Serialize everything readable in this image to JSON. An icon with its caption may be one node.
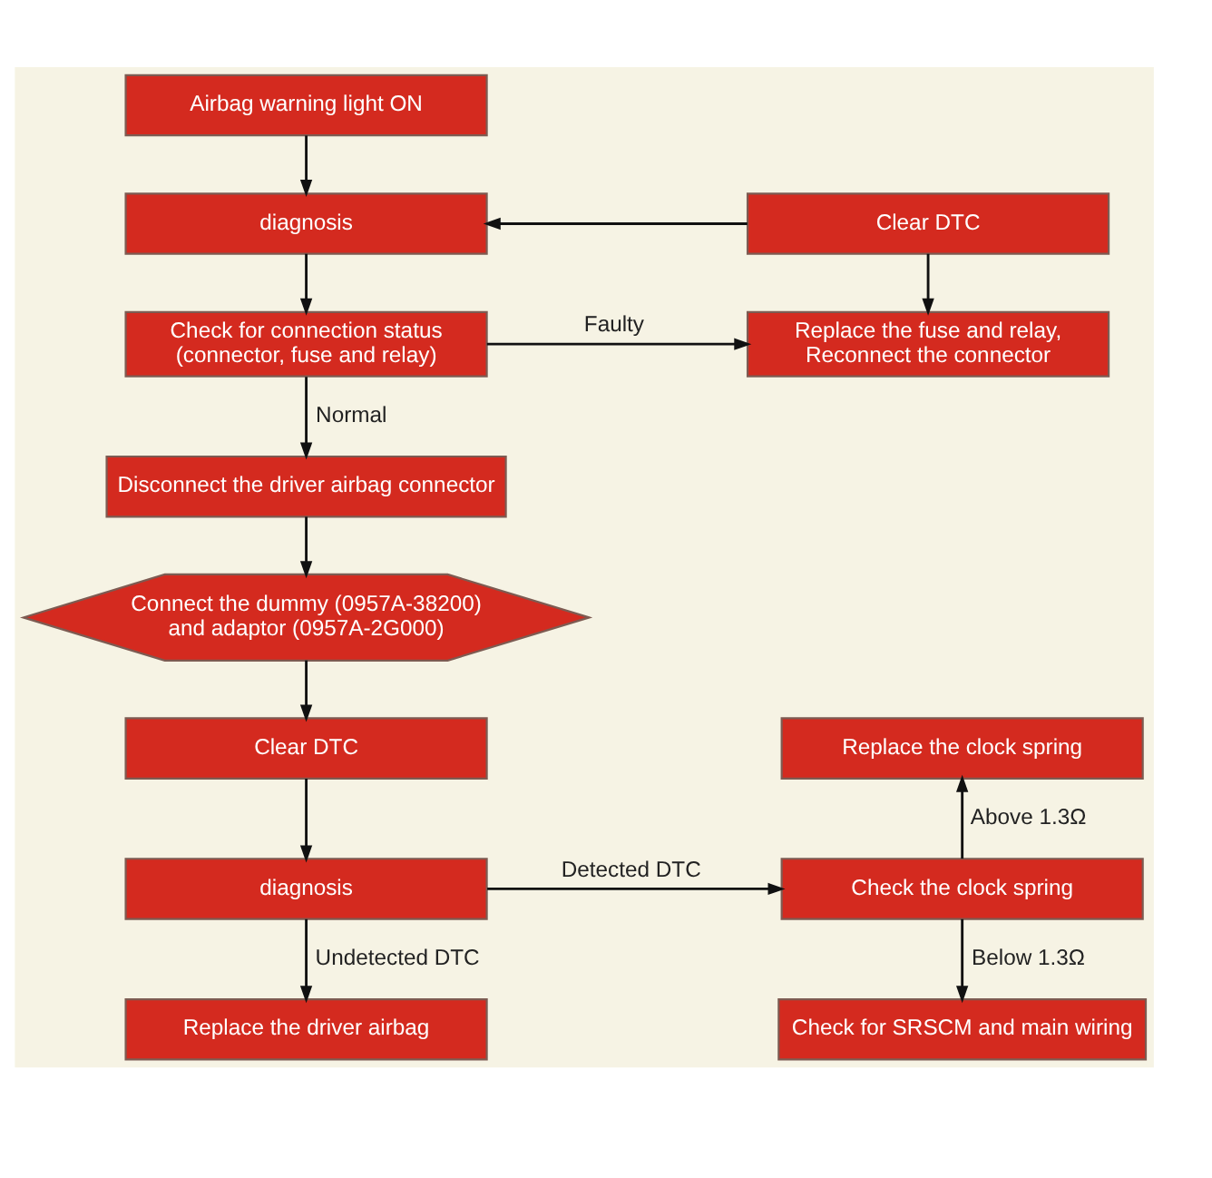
{
  "diagram": {
    "nodes": [
      {
        "text": [
          "Airbag warning light ON"
        ]
      },
      {
        "text": [
          "diagnosis"
        ]
      },
      {
        "text": [
          "Clear DTC"
        ]
      },
      {
        "text": [
          "Check for connection status (connector, fuse and relay)"
        ]
      },
      {
        "text": [
          "Replace the fuse and relay, Reconnect the connector"
        ]
      },
      {
        "text": [
          "Disconnect the driver airbag connector"
        ]
      },
      {
        "text": [
          "Connect the dummy (0957A-38200) and adaptor (0957A-2G000)"
        ]
      },
      {
        "text": [
          "Clear DTC"
        ]
      },
      {
        "text": [
          "Replace the clock spring"
        ]
      },
      {
        "text": [
          "diagnosis"
        ]
      },
      {
        "text": [
          "Check the clock spring"
        ]
      },
      {
        "text": [
          "Replace the driver airbag"
        ]
      },
      {
        "text": [
          "Check for SRSCM and main wiring"
        ]
      }
    ],
    "edges": [
      {
        "from": 0,
        "to": 1,
        "arrow": "to"
      },
      {
        "from": 2,
        "to": 1,
        "arrow": "to"
      },
      {
        "from": 1,
        "to": 3,
        "arrow": "to"
      },
      {
        "from": 2,
        "to": 4,
        "arrow": "to"
      },
      {
        "from": 3,
        "to": 4,
        "arrow": "to",
        "label": "Faulty"
      },
      {
        "from": 3,
        "to": 5,
        "arrow": "to",
        "label": "Normal"
      },
      {
        "from": 5,
        "to": 6,
        "arrow": "to"
      },
      {
        "from": 6,
        "to": 7,
        "arrow": "to"
      },
      {
        "from": 7,
        "to": 9,
        "arrow": "to"
      },
      {
        "from": 9,
        "to": 10,
        "arrow": "to",
        "label": "Detected DTC"
      },
      {
        "from": 9,
        "to": 11,
        "arrow": "to",
        "label": "Undetected DTC"
      },
      {
        "from": 10,
        "to": 8,
        "arrow": "to",
        "label": "Above 1.3Ω"
      },
      {
        "from": 10,
        "to": 12,
        "arrow": "to",
        "label": "Below 1.3Ω"
      }
    ]
  }
}
